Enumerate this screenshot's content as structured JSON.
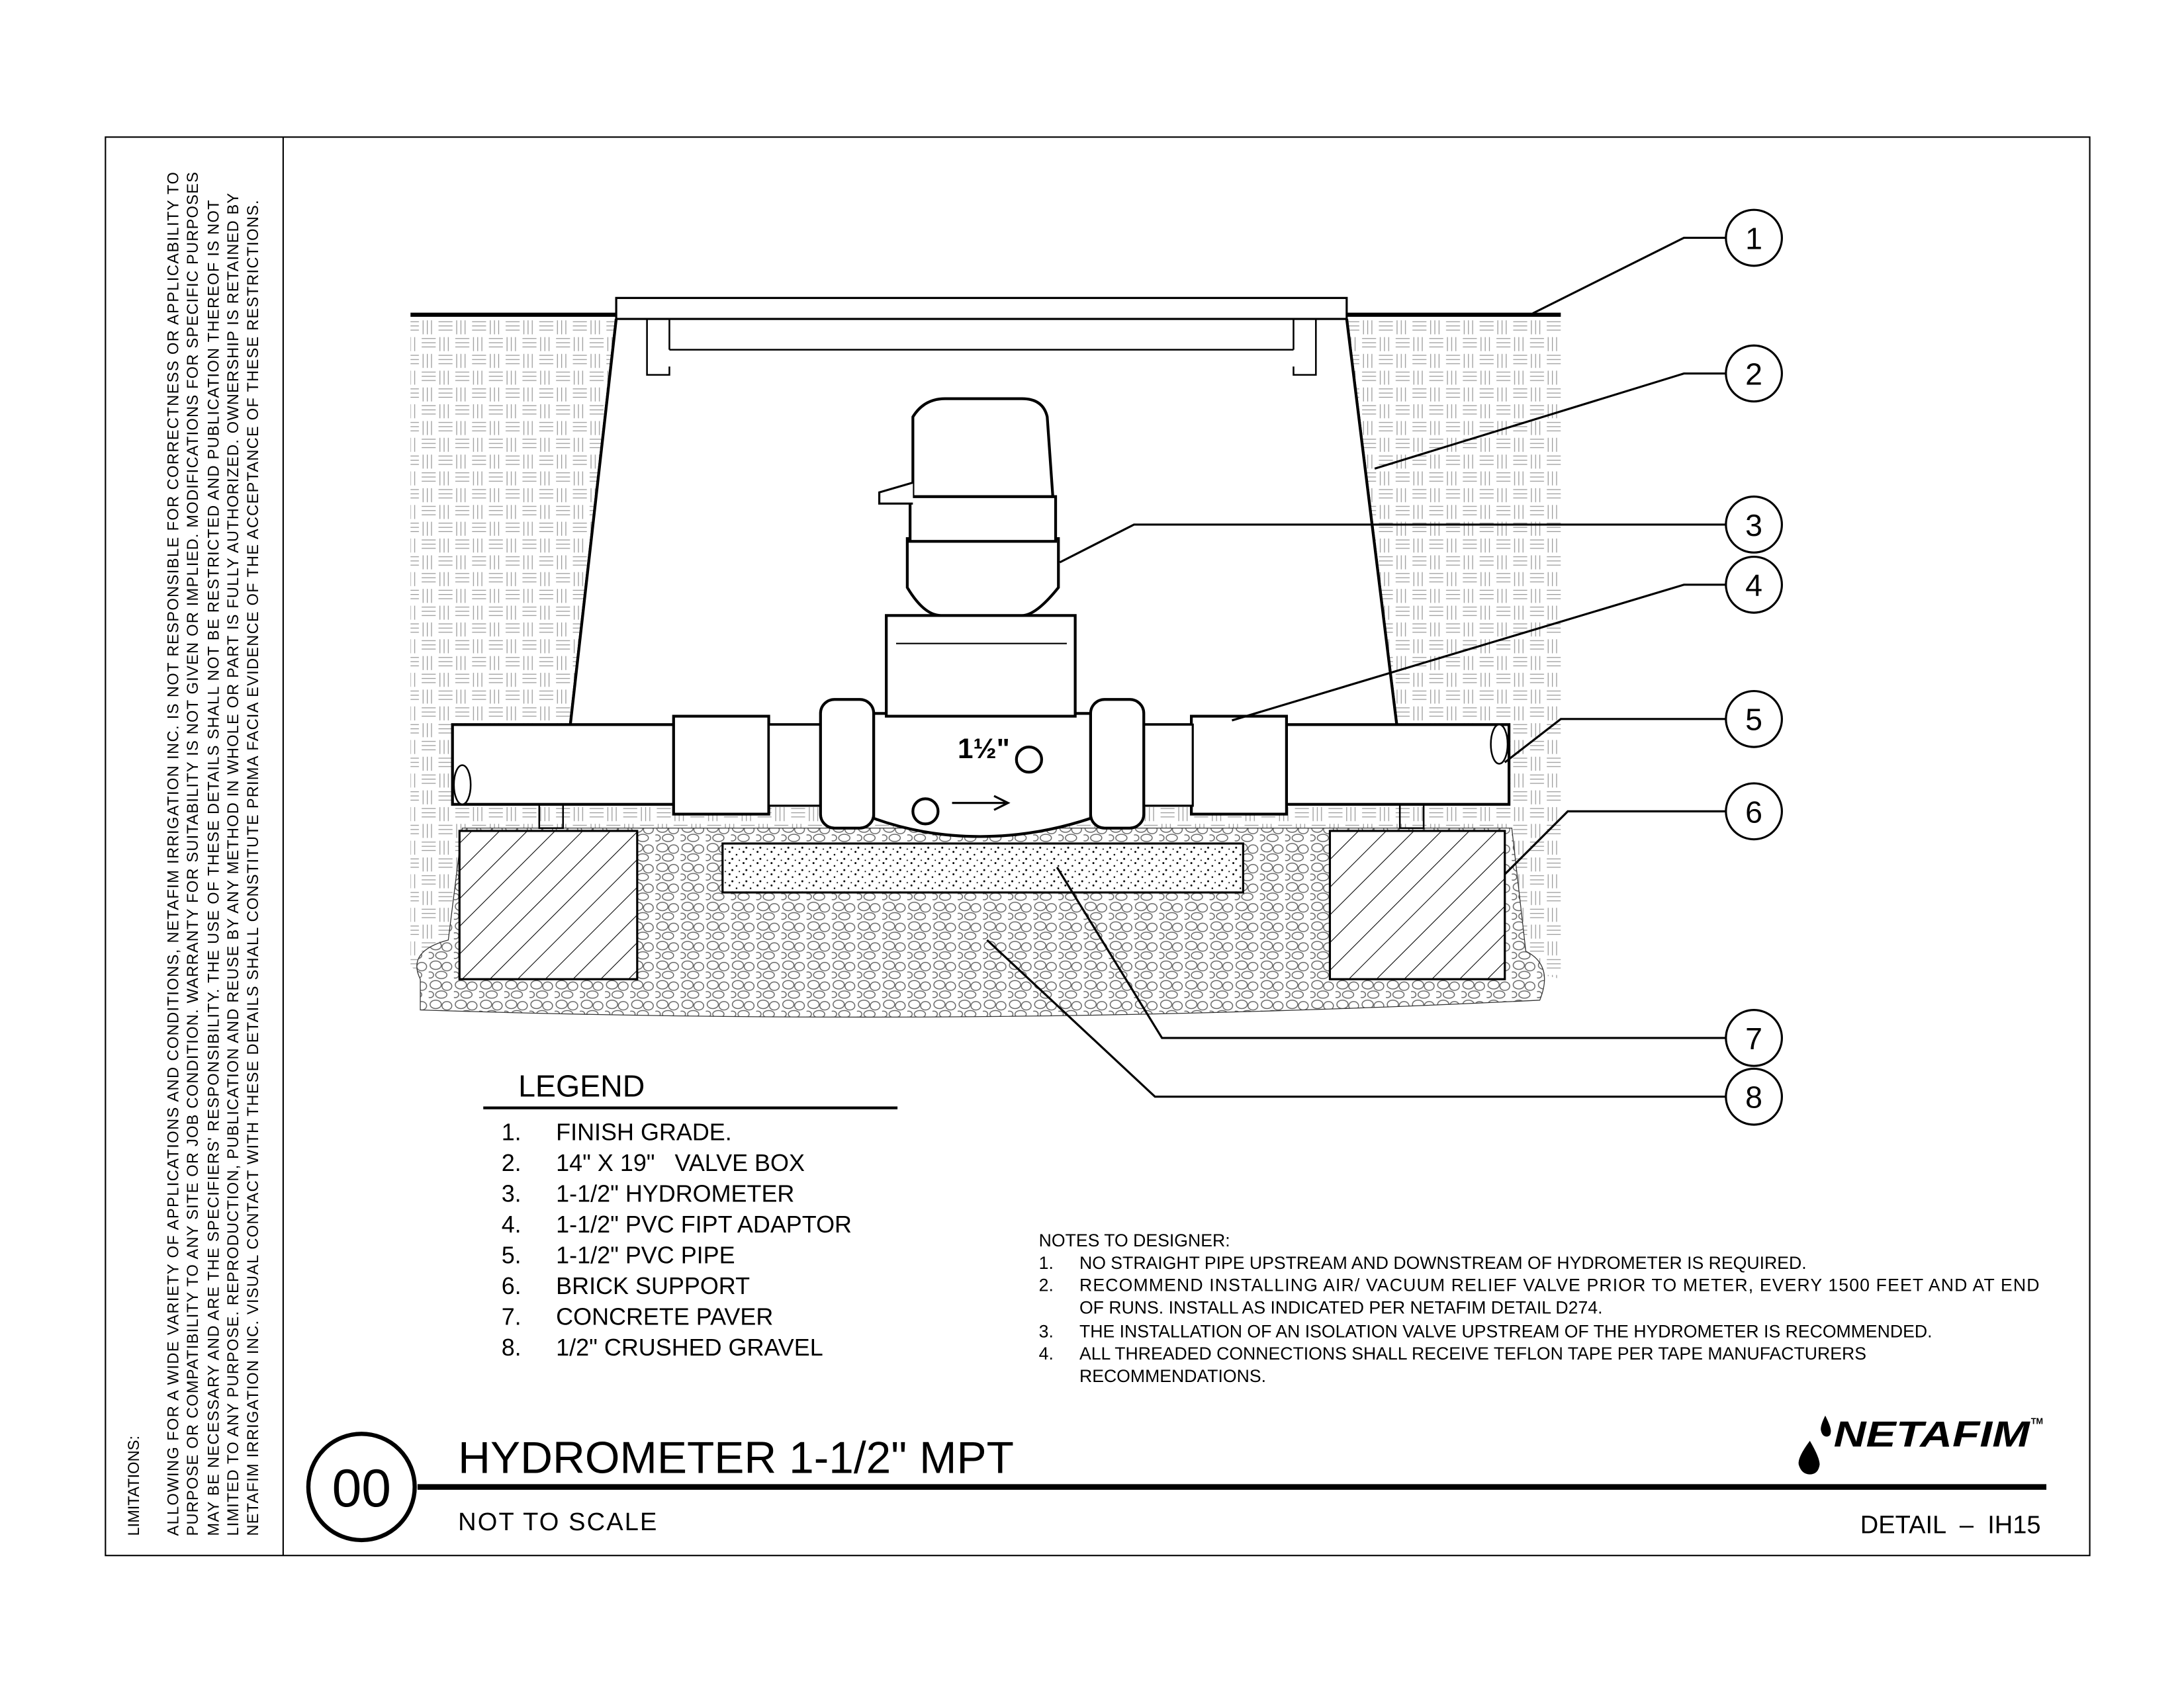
{
  "limitations": {
    "heading": "LIMITATIONS:",
    "lines": [
      "ALLOWING FOR A WIDE VARIETY OF APPLICATIONS AND CONDITIONS, NETAFIM IRRIGATION INC. IS NOT RESPONSIBLE FOR CORRECTNESS OR APPLICABILITY TO",
      "PURPOSE OR COMPATIBILITY TO ANY SITE OR JOB CONDITION. WARRANTY FOR SUITABILITY IS NOT GIVEN OR IMPLIED. MODIFICATIONS FOR SPECIFIC PURPOSES",
      "MAY BE NECESSARY AND ARE THE SPECIFIERS' RESPONSIBILITY. THE USE OF THESE DETAILS SHALL NOT BE RESTRICTED AND PUBLICATION THEREOF IS NOT",
      "LIMITED TO ANY PURPOSE. REPRODUCTION, PUBLICATION AND REUSE BY ANY METHOD IN WHOLE OR PART IS FULLY AUTHORIZED. OWNERSHIP IS RETAINED BY",
      "NETAFIM IRRIGATION INC. VISUAL CONTACT WITH THESE DETAILS SHALL CONSTITUTE PRIMA FACIA EVIDENCE OF THE ACCEPTANCE OF THESE RESTRICTIONS."
    ]
  },
  "drawing": {
    "meter_size_label": "1½\"",
    "callouts": [
      "1",
      "2",
      "3",
      "4",
      "5",
      "6",
      "7",
      "8"
    ]
  },
  "legend": {
    "title": "LEGEND",
    "items": [
      {
        "num": "1.",
        "text": "FINISH GRADE."
      },
      {
        "num": "2.",
        "text": "14\" X 19\"   VALVE BOX"
      },
      {
        "num": "3.",
        "text": "1-1/2\" HYDROMETER"
      },
      {
        "num": "4.",
        "text": "1-1/2\" PVC FIPT ADAPTOR"
      },
      {
        "num": "5.",
        "text": "1-1/2\" PVC PIPE"
      },
      {
        "num": "6.",
        "text": "BRICK SUPPORT"
      },
      {
        "num": "7.",
        "text": "CONCRETE PAVER"
      },
      {
        "num": "8.",
        "text": "1/2\" CRUSHED GRAVEL"
      }
    ]
  },
  "notes": {
    "title": "NOTES TO DESIGNER:",
    "items": [
      {
        "num": "1.",
        "lines": [
          "NO STRAIGHT PIPE UPSTREAM AND DOWNSTREAM OF HYDROMETER IS REQUIRED."
        ]
      },
      {
        "num": "2.",
        "lines": [
          "RECOMMEND INSTALLING AIR/ VACUUM RELIEF VALVE PRIOR TO METER, EVERY 1500 FEET AND AT END",
          "OF RUNS. INSTALL AS INDICATED PER NETAFIM DETAIL D274."
        ]
      },
      {
        "num": "3.",
        "lines": [
          "THE INSTALLATION OF AN ISOLATION VALVE UPSTREAM OF THE HYDROMETER IS RECOMMENDED."
        ]
      },
      {
        "num": "4.",
        "lines": [
          "ALL THREADED CONNECTIONS SHALL RECEIVE TEFLON TAPE PER TAPE MANUFACTURERS",
          "RECOMMENDATIONS."
        ]
      }
    ]
  },
  "title_block": {
    "detail_number": "00",
    "title": "HYDROMETER 1-1/2\" MPT",
    "scale": "NOT TO SCALE",
    "detail_ref": "DETAIL  –  IH15",
    "logo": "NETAFIM",
    "logo_tm": "TM"
  }
}
